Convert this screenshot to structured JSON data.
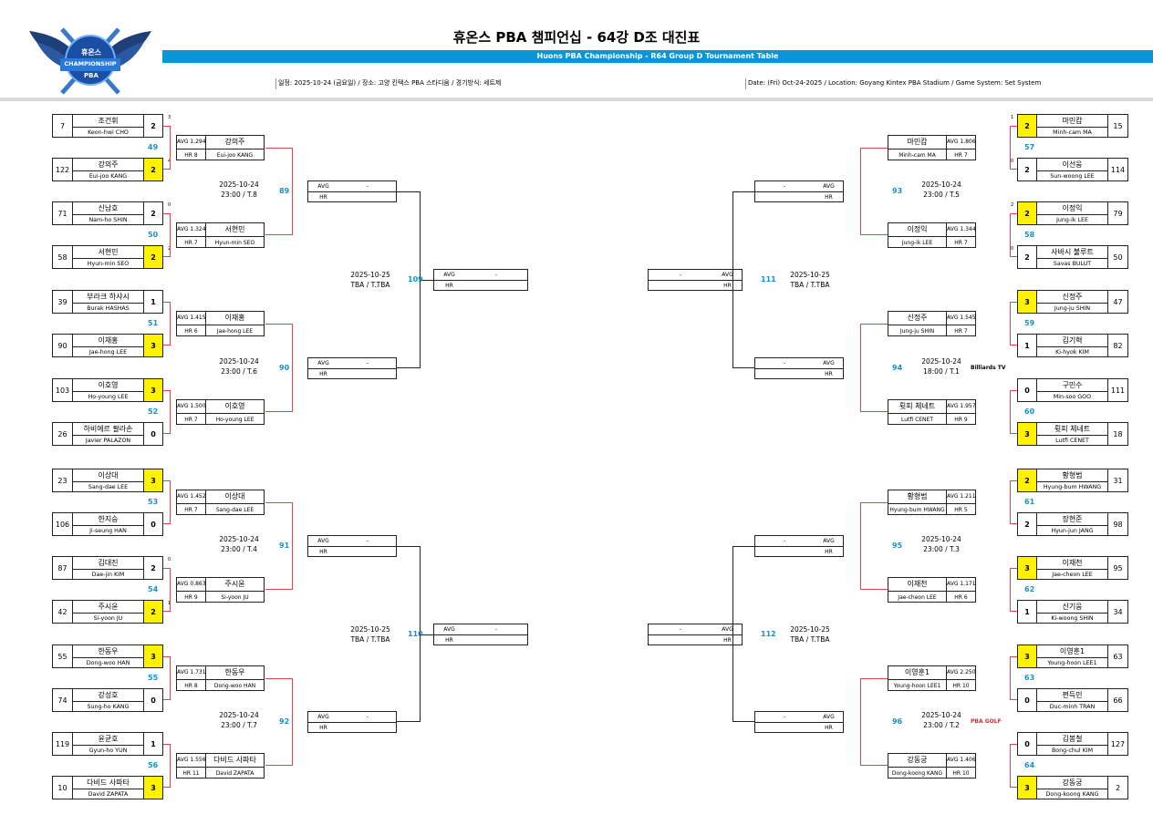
{
  "header": {
    "logo_brand": "휴온스",
    "logo_main": "CHAMPIONSHIP",
    "logo_sub": "PBA",
    "title": "휴온스 PBA 챔피언십 - 64강 D조 대진표",
    "subtitle": "Huons PBA Championship - R64 Group D Tournament Table",
    "info_ko": "일정: 2025-10-24 (금요일) / 장소: 고양 킨텍스 PBA 스타디움 / 경기방식: 세트제",
    "info_en": "Date: (Fri) Oct-24-2025 / Location: Goyang Kintex PBA Stadium / Game System: Set System"
  },
  "labels": {
    "avg": "AVG",
    "hr": "HR",
    "dash": "-"
  },
  "left_r64": [
    {
      "seed": "7",
      "ko": "조건휘",
      "en": "Keon-hwi CHO",
      "score": "2",
      "win": false
    },
    {
      "seed": "122",
      "ko": "강의주",
      "en": "Eui-joo KANG",
      "score": "2",
      "win": true
    },
    {
      "seed": "71",
      "ko": "신남호",
      "en": "Nam-ho SHIN",
      "score": "2",
      "win": false
    },
    {
      "seed": "58",
      "ko": "서현민",
      "en": "Hyun-min SEO",
      "score": "2",
      "win": true
    },
    {
      "seed": "39",
      "ko": "부라크 하샤시",
      "en": "Burak HASHAS",
      "score": "1",
      "win": false
    },
    {
      "seed": "90",
      "ko": "이재홍",
      "en": "Jae-hong LEE",
      "score": "3",
      "win": true
    },
    {
      "seed": "103",
      "ko": "이호영",
      "en": "Ho-young LEE",
      "score": "3",
      "win": true
    },
    {
      "seed": "26",
      "ko": "하비에르 팔라손",
      "en": "Javier PALAZON",
      "score": "0",
      "win": false
    },
    {
      "seed": "23",
      "ko": "이상대",
      "en": "Sang-dae LEE",
      "score": "3",
      "win": true
    },
    {
      "seed": "106",
      "ko": "한지승",
      "en": "Ji-seung HAN",
      "score": "0",
      "win": false
    },
    {
      "seed": "87",
      "ko": "김대진",
      "en": "Dae-jin KIM",
      "score": "2",
      "win": false
    },
    {
      "seed": "42",
      "ko": "주시윤",
      "en": "Si-yoon JU",
      "score": "2",
      "win": true
    },
    {
      "seed": "55",
      "ko": "한동우",
      "en": "Dong-woo HAN",
      "score": "3",
      "win": true
    },
    {
      "seed": "74",
      "ko": "강성호",
      "en": "Sung-ho KANG",
      "score": "0",
      "win": false
    },
    {
      "seed": "119",
      "ko": "윤균호",
      "en": "Gyun-ho YUN",
      "score": "1",
      "win": false
    },
    {
      "seed": "10",
      "ko": "다비드 사파타",
      "en": "David ZAPATA",
      "score": "3",
      "win": true
    }
  ],
  "right_r64": [
    {
      "seed": "15",
      "ko": "마민캄",
      "en": "Minh-cam MA",
      "score": "2",
      "win": true
    },
    {
      "seed": "114",
      "ko": "이선웅",
      "en": "Sun-woong LEE",
      "score": "2",
      "win": false
    },
    {
      "seed": "79",
      "ko": "이정익",
      "en": "Jung-ik LEE",
      "score": "2",
      "win": true
    },
    {
      "seed": "50",
      "ko": "사바시 불루트",
      "en": "Savas BULUT",
      "score": "2",
      "win": false
    },
    {
      "seed": "47",
      "ko": "신정주",
      "en": "Jung-ju SHIN",
      "score": "3",
      "win": true
    },
    {
      "seed": "82",
      "ko": "김기혁",
      "en": "Ki-hyok KIM",
      "score": "1",
      "win": false
    },
    {
      "seed": "111",
      "ko": "구민수",
      "en": "Min-soo GOO",
      "score": "0",
      "win": false
    },
    {
      "seed": "18",
      "ko": "륏피 체네트",
      "en": "Lutfi CENET",
      "score": "3",
      "win": true
    },
    {
      "seed": "31",
      "ko": "황형범",
      "en": "Hyung-bum HWANG",
      "score": "2",
      "win": true
    },
    {
      "seed": "98",
      "ko": "장현준",
      "en": "Hyun-jun JANG",
      "score": "2",
      "win": false
    },
    {
      "seed": "95",
      "ko": "이재천",
      "en": "Jae-cheon LEE",
      "score": "3",
      "win": true
    },
    {
      "seed": "34",
      "ko": "신기웅",
      "en": "Ki-woong SHIN",
      "score": "1",
      "win": false
    },
    {
      "seed": "63",
      "ko": "이영훈1",
      "en": "Young-hoon LEE1",
      "score": "3",
      "win": true
    },
    {
      "seed": "66",
      "ko": "쩐득민",
      "en": "Duc-minh TRAN",
      "score": "0",
      "win": false
    },
    {
      "seed": "127",
      "ko": "김봉철",
      "en": "Bong-chul KIM",
      "score": "0",
      "win": false
    },
    {
      "seed": "2",
      "ko": "강동궁",
      "en": "Dong-koong KANG",
      "score": "3",
      "win": true
    }
  ],
  "tiebreak": {
    "left": [
      "3",
      "4",
      "0",
      "2",
      "",
      "",
      "",
      "",
      "",
      "",
      "0",
      "1",
      "",
      "",
      "",
      ""
    ],
    "right": [
      "1",
      "0",
      "2",
      "0",
      "",
      "",
      "",
      "",
      "",
      "",
      "",
      "",
      "",
      "",
      "",
      ""
    ]
  },
  "left_r64_matches": [
    "49",
    "50",
    "51",
    "52",
    "53",
    "54",
    "55",
    "56"
  ],
  "right_r64_matches": [
    "57",
    "58",
    "59",
    "60",
    "61",
    "62",
    "63",
    "64"
  ],
  "left_r32": [
    {
      "avg": "AVG 1.294",
      "hr": "HR 8",
      "ko": "강의주",
      "en": "Eui-joo KANG"
    },
    {
      "avg": "AVG 1.324",
      "hr": "HR 7",
      "ko": "서현민",
      "en": "Hyun-min SEO"
    },
    {
      "avg": "AVG 1.415",
      "hr": "HR 6",
      "ko": "이재홍",
      "en": "Jae-hong LEE"
    },
    {
      "avg": "AVG 1.500",
      "hr": "HR 7",
      "ko": "이호영",
      "en": "Ho-young LEE"
    },
    {
      "avg": "AVG 1.452",
      "hr": "HR 7",
      "ko": "이상대",
      "en": "Sang-dae LEE"
    },
    {
      "avg": "AVG 0.863",
      "hr": "HR 9",
      "ko": "주시윤",
      "en": "Si-yoon JU"
    },
    {
      "avg": "AVG 1.731",
      "hr": "HR 8",
      "ko": "한동우",
      "en": "Dong-woo HAN"
    },
    {
      "avg": "AVG 1.556",
      "hr": "HR 11",
      "ko": "다비드 사파타",
      "en": "David ZAPATA"
    }
  ],
  "right_r32": [
    {
      "avg": "AVG 1.806",
      "hr": "HR 7",
      "ko": "마민캄",
      "en": "Minh-cam MA"
    },
    {
      "avg": "AVG 1.344",
      "hr": "HR 7",
      "ko": "이정익",
      "en": "Jung-ik LEE"
    },
    {
      "avg": "AVG 1.545",
      "hr": "HR 7",
      "ko": "신정주",
      "en": "Jung-ju SHIN"
    },
    {
      "avg": "AVG 1.957",
      "hr": "HR 9",
      "ko": "륏피 체네트",
      "en": "Lutfi CENET"
    },
    {
      "avg": "AVG 1.211",
      "hr": "HR 5",
      "ko": "황형범",
      "en": "Hyung-bum HWANG"
    },
    {
      "avg": "AVG 1.171",
      "hr": "HR 6",
      "ko": "이재천",
      "en": "Jae-cheon LEE"
    },
    {
      "avg": "AVG 2.250",
      "hr": "HR 10",
      "ko": "이영훈1",
      "en": "Young-hoon LEE1"
    },
    {
      "avg": "AVG 1.406",
      "hr": "HR 10",
      "ko": "강동궁",
      "en": "Dong-koong KANG"
    }
  ],
  "left_r32_matches": [
    {
      "no": "89",
      "date": "2025-10-24",
      "time": "23:00 / T.8"
    },
    {
      "no": "90",
      "date": "2025-10-24",
      "time": "23:00 / T.6"
    },
    {
      "no": "91",
      "date": "2025-10-24",
      "time": "23:00 / T.4"
    },
    {
      "no": "92",
      "date": "2025-10-24",
      "time": "23:00 / T.7"
    }
  ],
  "right_r32_matches": [
    {
      "no": "93",
      "date": "2025-10-24",
      "time": "23:00 / T.5",
      "sponsor": ""
    },
    {
      "no": "94",
      "date": "2025-10-24",
      "time": "18:00 / T.1",
      "sponsor": "Billiards TV"
    },
    {
      "no": "95",
      "date": "2025-10-24",
      "time": "23:00 / T.3",
      "sponsor": ""
    },
    {
      "no": "96",
      "date": "2025-10-24",
      "time": "23:00 / T.2",
      "sponsor": "PBA GOLF"
    }
  ],
  "left_r16_matches": [
    {
      "no": "109",
      "date": "2025-10-25",
      "time": "TBA / T.TBA"
    },
    {
      "no": "110",
      "date": "2025-10-25",
      "time": "TBA / T.TBA"
    }
  ],
  "right_r16_matches": [
    {
      "no": "111",
      "date": "2025-10-25",
      "time": "TBA / T.TBA"
    },
    {
      "no": "112",
      "date": "2025-10-25",
      "time": "TBA / T.TBA"
    }
  ]
}
